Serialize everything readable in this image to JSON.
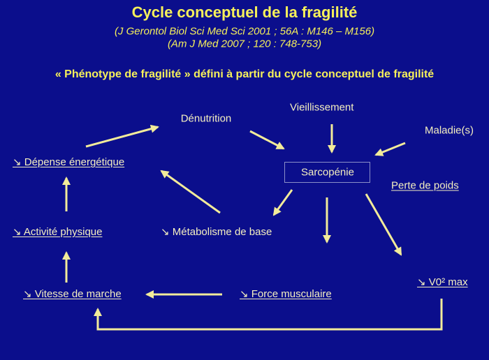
{
  "title": "Cycle conceptuel de la fragilité",
  "refs": [
    "(J Gerontol Biol Sci Med Sci 2001 ; 56A : M146 – M156)",
    "(Am J Med 2007 ; 120 : 748-753)"
  ],
  "subtitle": "« Phénotype de fragilité » défini à partir du cycle conceptuel de fragilité",
  "nodes": {
    "denutrition": "Dénutrition",
    "vieillissement": "Vieillissement",
    "maladies": "Maladie(s)",
    "depense": "↘ Dépense énergétique",
    "sarcopenie": "Sarcopénie",
    "perte_poids": "Perte de poids",
    "activite": "↘ Activité physique",
    "metabolisme": "↘ Métabolisme de base",
    "vitesse": "↘ Vitesse de marche",
    "force": "↘ Force musculaire",
    "vo2": "↘ V0² max"
  },
  "colors": {
    "background": "#0b0e8c",
    "accent": "#f6f05a",
    "arrow": "#f2eb9a"
  }
}
